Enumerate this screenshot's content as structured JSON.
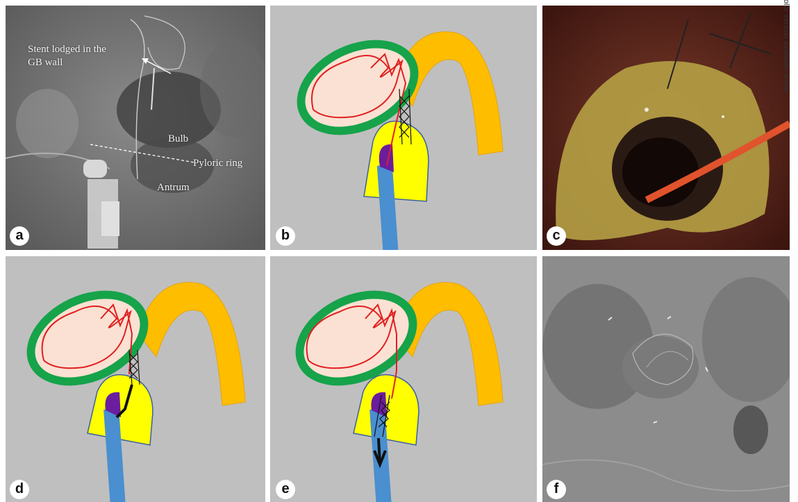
{
  "side_note": "Color version available online",
  "panels": {
    "a": {
      "badge": "a",
      "annotations": {
        "stent": "Stent lodged in the",
        "stent_line2": "GB wall",
        "bulb": "Bulb",
        "pylorus": "Pyloric ring",
        "antrum": "Antrum"
      }
    },
    "b": {
      "badge": "b"
    },
    "c": {
      "badge": "c"
    },
    "d": {
      "badge": "d"
    },
    "e": {
      "badge": "e"
    },
    "f": {
      "badge": "f"
    }
  },
  "colors": {
    "schematic_bg": "#bfbfbf",
    "gb_wall": "#16a34a",
    "gb_lumen": "#fbe1d3",
    "duodenum": "#ffbd00",
    "stomach": "#ffff00",
    "scope": "#4a8fd0",
    "scope_tip": "#6b1d9e",
    "wire_stent": "#e02020"
  }
}
